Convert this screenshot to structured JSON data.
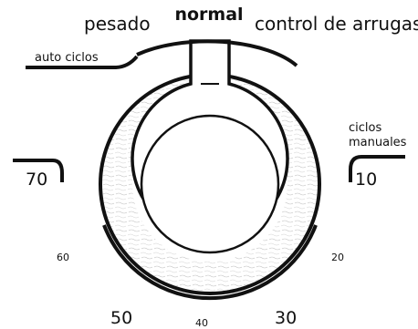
{
  "dial": {
    "labels": {
      "pesado": "pesado",
      "normal": "normal",
      "control_arrugas": "control de arrugas",
      "auto_ciclos": "auto ciclos",
      "ciclos": "ciclos",
      "manuales": "manuales"
    },
    "marks": {
      "m70": "70",
      "m60": "60",
      "m50": "50",
      "m40": "40",
      "m30": "30",
      "m20": "20",
      "m10": "10"
    },
    "colors": {
      "ink": "#111111",
      "ring_texture": "#bdbdbd",
      "background": "#ffffff"
    }
  }
}
